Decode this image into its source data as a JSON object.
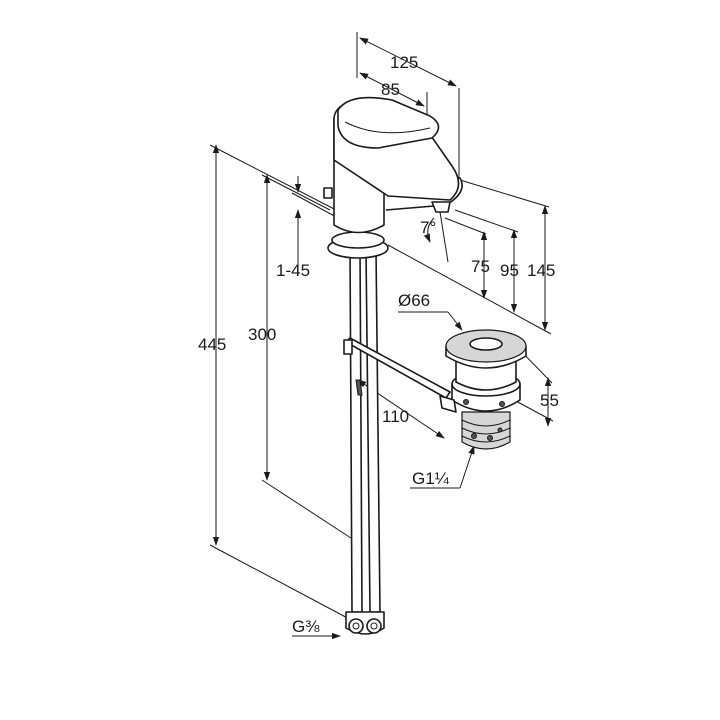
{
  "dimensions": {
    "width_total": "125",
    "width_handle": "85",
    "height_total": "145",
    "height_spout": "95",
    "height_outlet": "75",
    "angle": "7°",
    "thickness_range": "1-45",
    "hose_length": "300",
    "overall_height": "445",
    "waste_diameter": "Ø66",
    "waste_height": "55",
    "rod_length": "110",
    "waste_thread": "G1¼",
    "supply_thread": "G⅜"
  },
  "colors": {
    "line": "#1a1a1a",
    "background": "#ffffff",
    "shade": "#d6d6d6"
  }
}
